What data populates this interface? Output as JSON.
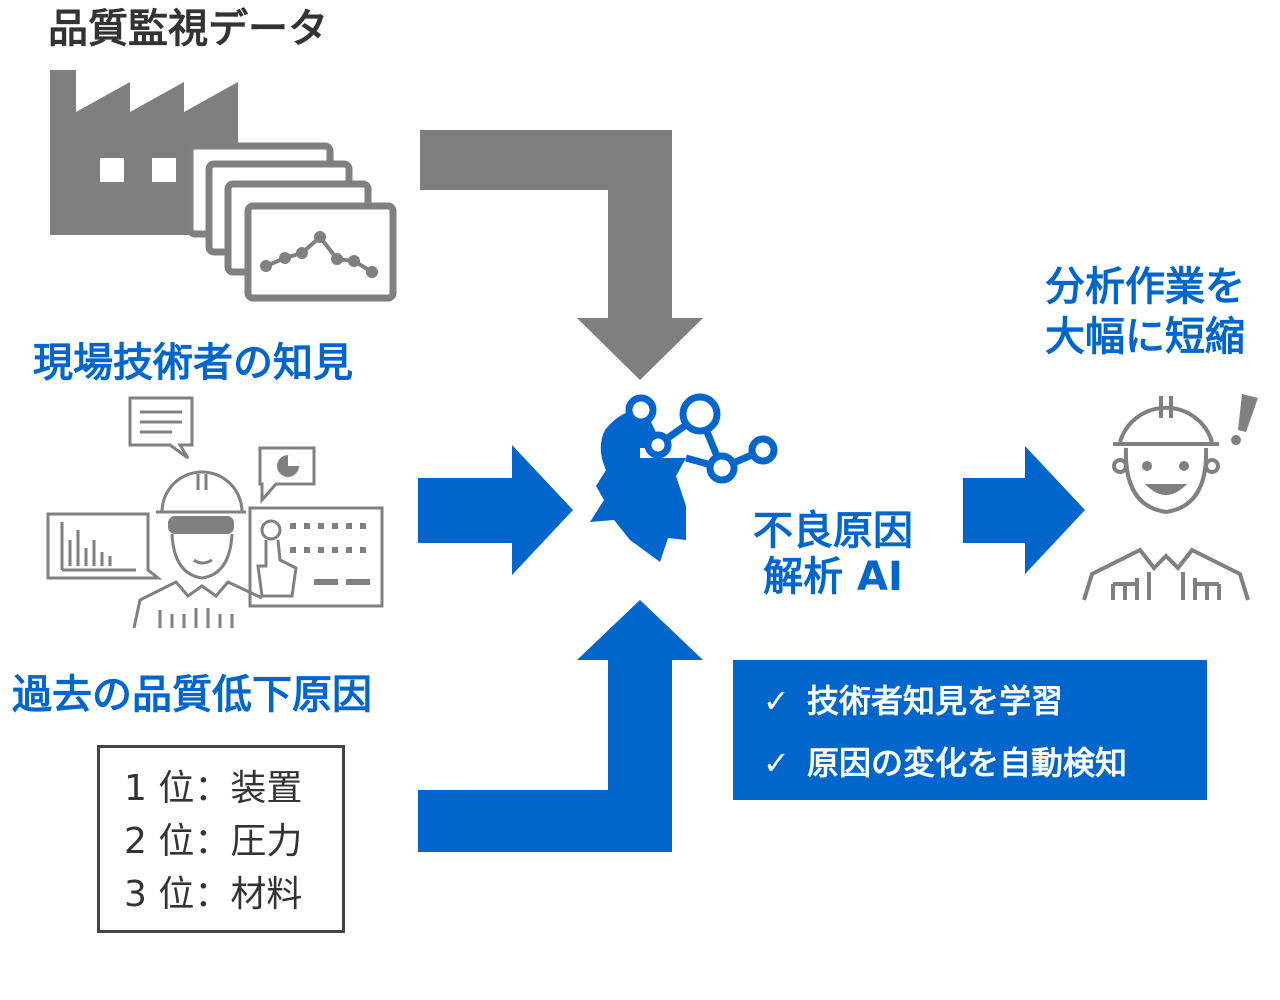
{
  "labels": {
    "monitor_data": "品質監視データ",
    "engineer_knowhow": "現場技術者の知見",
    "past_causes": "過去の品質低下原因",
    "ai_line1": "不良原因",
    "ai_line2": "解析 AI",
    "result_line1": "分析作業を",
    "result_line2": "大幅に短縮"
  },
  "ranking": [
    {
      "rank": "1 位",
      "sep": "：",
      "item": "装置"
    },
    {
      "rank": "2 位",
      "sep": "：",
      "item": "圧力"
    },
    {
      "rank": "3 位",
      "sep": "：",
      "item": "材料"
    }
  ],
  "features": [
    {
      "check": "✓",
      "text": "技術者知見を学習"
    },
    {
      "check": "✓",
      "text": "原因の変化を自動検知"
    }
  ],
  "colors": {
    "accent_blue": "#0066cc",
    "gray": "#808080",
    "text_dark": "#333333"
  },
  "icons": [
    "factory-icon",
    "chart-screens-icon",
    "engineer-icon",
    "ai-head-icon",
    "worker-icon"
  ]
}
